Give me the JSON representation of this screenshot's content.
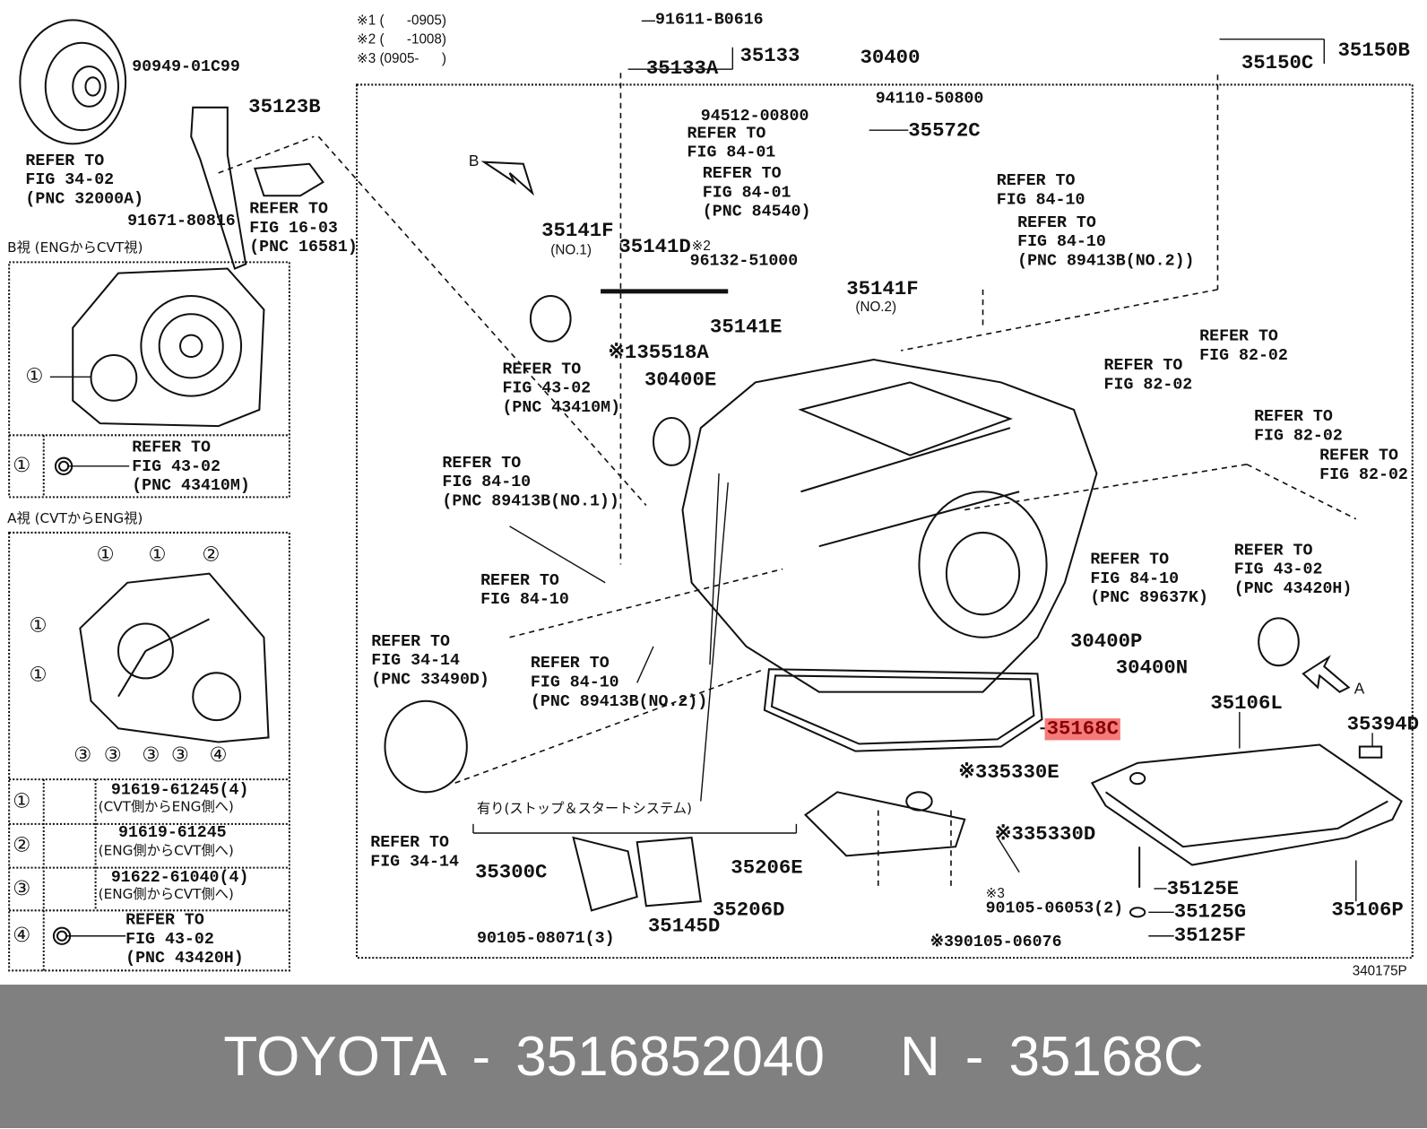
{
  "notes": [
    "※1 (      -0905)",
    "※2 (      -1008)",
    "※3 (0905-      )"
  ],
  "labels": {
    "p91611": "91611-B0616",
    "p35133": "35133",
    "p35133a": "35133A",
    "p30400": "30400",
    "p35150b": "35150B",
    "p35150c": "35150C",
    "p94110": "94110-50800",
    "p94512": "94512-00800",
    "p35572c": "35572C",
    "p90949": "90949-01C99",
    "p35123b": "35123B",
    "p91671": "91671-80816",
    "view_b_arrow": "B",
    "p35141f1": "35141F",
    "no1": "(NO.1)",
    "p35141d": "35141D",
    "mark2": "※2",
    "p96132": "96132-51000",
    "p35141f2": "35141F",
    "no2": "(NO.2)",
    "p35141e": "35141E",
    "p35518a": "※135518A",
    "p30400e": "30400E",
    "p30400p": "30400P",
    "p30400n": "30400N",
    "view_a_arrow": "A",
    "p35168c": "35168C",
    "p35106l": "35106L",
    "p35394d": "35394D",
    "p35330e": "※335330E",
    "stop_start": "有り(ストップ＆スタートシステム)",
    "p35330d": "※335330D",
    "p35300c": "35300C",
    "p35206e": "35206E",
    "mark3": "※3",
    "p90105_06053": "90105-06053(2)",
    "p35125e": "35125E",
    "p35125g": "35125G",
    "p35106p": "35106P",
    "p35206d": "35206D",
    "p35145d": "35145D",
    "p90105_08071": "90105-08071(3)",
    "p90105_06076": "※390105-06076",
    "p35125f": "35125F",
    "fig_code": "340175P"
  },
  "refers": {
    "r1": [
      "REFER TO",
      "FIG 84-01"
    ],
    "r2": [
      "REFER TO",
      "FIG 84-01",
      "(PNC 84540)"
    ],
    "r3": [
      "REFER TO",
      "FIG 84-10"
    ],
    "r4": [
      "REFER TO",
      "FIG 84-10",
      "(PNC 89413B(NO.2))"
    ],
    "r5": [
      "REFER TO",
      "FIG 34-02",
      "(PNC 32000A)"
    ],
    "r6": [
      "REFER TO",
      "FIG 16-03",
      "(PNC 16581)"
    ],
    "r7": [
      "REFER TO",
      "FIG 43-02",
      "(PNC 43410M)"
    ],
    "r8": [
      "REFER TO",
      "FIG 82-02"
    ],
    "r9": [
      "REFER TO",
      "FIG 82-02"
    ],
    "r10": [
      "REFER TO",
      "FIG 82-02"
    ],
    "r11": [
      "REFER TO",
      "FIG 82-02"
    ],
    "r12": [
      "REFER TO",
      "FIG 84-10",
      "(PNC 89413B(NO.1))"
    ],
    "r13": [
      "REFER TO",
      "FIG 84-10"
    ],
    "r14": [
      "REFER TO",
      "FIG 84-10",
      "(PNC 89637K)"
    ],
    "r15": [
      "REFER TO",
      "FIG 43-02",
      "(PNC 43420H)"
    ],
    "r16": [
      "REFER TO",
      "FIG 34-14",
      "(PNC 33490D)"
    ],
    "r17": [
      "REFER TO",
      "FIG 84-10",
      "(PNC 89413B(NO.2))"
    ],
    "r18": [
      "REFER TO",
      "FIG 34-14"
    ]
  },
  "view_b": {
    "title": "B視 (ENGからCVT視)",
    "marker": "①",
    "row": {
      "marker": "①",
      "lines": [
        "REFER TO",
        "FIG 43-02",
        "(PNC 43410M)"
      ]
    }
  },
  "view_a": {
    "title": "A視 (CVTからENG視)",
    "markers": [
      "①",
      "①",
      "②",
      "①",
      "①",
      "③",
      "③",
      "③",
      "③",
      "④"
    ],
    "rows": [
      {
        "marker": "①",
        "part": "91619-61245(4)",
        "note": "(CVT側からENG側へ)"
      },
      {
        "marker": "②",
        "part": "91619-61245",
        "note": "(ENG側からCVT側へ)"
      },
      {
        "marker": "③",
        "part": "91622-61040(4)",
        "note": "(ENG側からCVT側へ)"
      },
      {
        "marker": "④",
        "lines": [
          "REFER TO",
          "FIG 43-02",
          "(PNC 43420H)"
        ]
      }
    ]
  },
  "footer": {
    "brand": "TOYOTA",
    "sep": "-",
    "part_number": "3516852040",
    "n_label": "N",
    "n_sep": "-",
    "pnc": "35168C"
  },
  "colors": {
    "highlight": "#f47b7b",
    "footer_bg": "#808080"
  }
}
